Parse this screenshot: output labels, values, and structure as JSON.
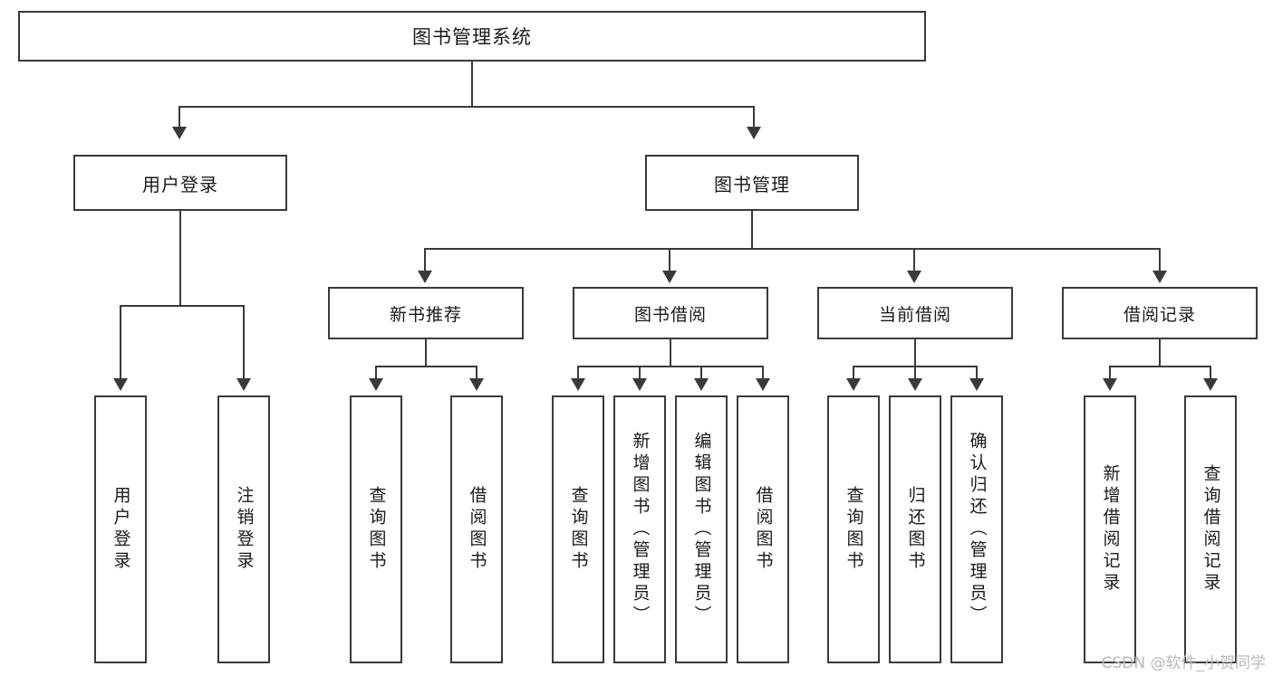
{
  "diagram": {
    "title": "图书管理系统",
    "watermark": "CSDN @软件_小贺同学",
    "colors": {
      "stroke": "#3a3a3a",
      "fill": "#ffffff",
      "text": "#1a1a1a",
      "watermark": "#b9b9b9"
    },
    "root": {
      "label": "图书管理系统"
    },
    "level2": [
      {
        "label": "用户登录"
      },
      {
        "label": "图书管理"
      }
    ],
    "level3": [
      {
        "label": "新书推荐"
      },
      {
        "label": "图书借阅"
      },
      {
        "label": "当前借阅"
      },
      {
        "label": "借阅记录"
      }
    ],
    "leaves": {
      "user_login": [
        {
          "label": "用户登录"
        },
        {
          "label": "注销登录"
        }
      ],
      "new_book": [
        {
          "label": "查询图书"
        },
        {
          "label": "借阅图书"
        }
      ],
      "book_borrow": [
        {
          "label": "查询图书"
        },
        {
          "label": "新增图书（管理员）"
        },
        {
          "label": "编辑图书（管理员）"
        },
        {
          "label": "借阅图书"
        }
      ],
      "current_borrow": [
        {
          "label": "查询图书"
        },
        {
          "label": "归还图书"
        },
        {
          "label": "确认归还（管理员）"
        }
      ],
      "borrow_record": [
        {
          "label": "新增借阅记录"
        },
        {
          "label": "查询借阅记录"
        }
      ]
    }
  }
}
